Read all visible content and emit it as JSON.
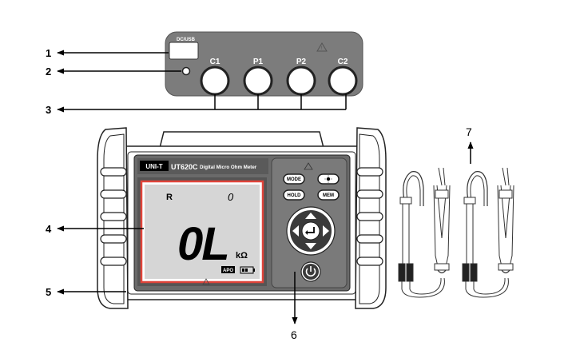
{
  "callouts": [
    "1",
    "2",
    "3",
    "4",
    "5",
    "6",
    "7"
  ],
  "top_panel": {
    "port_label": "DC/USB",
    "jacks": [
      "C1",
      "P1",
      "P2",
      "C2"
    ]
  },
  "meter": {
    "brand": "UNI-T",
    "model": "UT620C",
    "title": "Digital Micro Ohm Meter",
    "lcd": {
      "mode": "R",
      "index": "0",
      "reading": "0L",
      "unit": "kΩ",
      "apo": "APO"
    },
    "buttons": [
      "MODE",
      "HOLD",
      "MEM"
    ]
  }
}
